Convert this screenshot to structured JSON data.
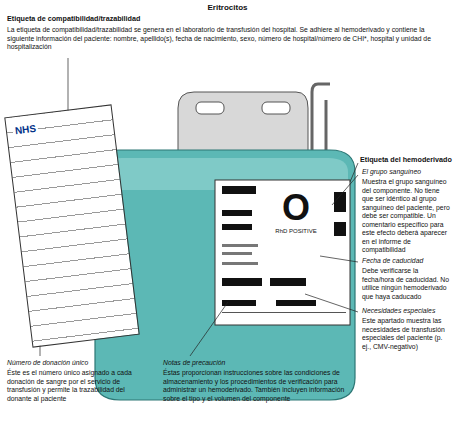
{
  "diagram": {
    "title": "Eritrocitos",
    "nodes": [
      {
        "text": [
          "NHS"
        ]
      },
      {
        "text": [
          "O",
          "RhD POSITIVE"
        ]
      }
    ],
    "labels": [
      "Etiqueta de compatibilidad/trazabilidad",
      "La etiqueta de compatibilidad/trazabilidad se genera en el laboratorio de transfusión del hospital. Se adhiere al hemoderivado y contiene la siguiente información del paciente: nombre, apellido(s), fecha de nacimiento, sexo, número de hospital/número de CHI*, hospital y unidad de hospitalización",
      "Etiqueta del hemoderivado",
      "El grupo sanguíneo",
      "Muestra el grupo sanguíneo del componente. No tiene que ser idéntico al grupo sanguíneo del paciente, pero debe ser compatible. Un comentario específico para este efecto deberá aparecer en el informe de compatibilidad",
      "Fecha de caducidad",
      "Debe verificarse la fecha/hora de caducidad. No utilice ningún hemoderivado que haya caducado",
      "Necesidades especiales",
      "Este apartado muestra las necesidades de transfusión especiales del paciente (p. ej., CMV-negativo)",
      "Número de donación único",
      "Éste es el número único asignado a cada donación de sangre por el servicio de transfusión y permite la trazabilidad del donante al paciente",
      "Notas de precaución",
      "Éstas proporcionan instrucciones sobre las condiciones de almacenamiento y los procedimientos de verificación para administrar un hemoderivado. También incluyen información sobre el tipo y el volumen del componente"
    ]
  }
}
